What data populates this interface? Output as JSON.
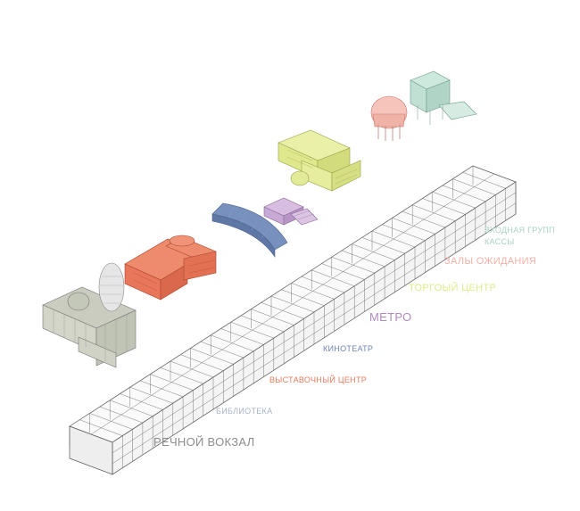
{
  "labels": {
    "entrance": "ВХОДНАЯ ГРУПП КАССЫ",
    "waiting_halls": "ЗАЛЫ ОЖИДАНИЯ",
    "shopping_center": "ТОРГОЫЙ ЦЕНТР",
    "metro": "МЕТРО",
    "cinema": "КИНОТЕАТР",
    "exhibition_center": "ВЫСТАВОЧНЫЙ ЦЕНТР",
    "library": "БИБЛИОТЕКА",
    "river_station": "РЕЧНОЙ ВОКЗАЛ"
  },
  "colors": {
    "entrance": "#a9d3c2",
    "waiting_halls": "#f2b1a6",
    "shopping_center": "#e0ea8c",
    "metro": "#b08ac0",
    "cinema": "#6f86b5",
    "exhibition_center": "#e87b5e",
    "library": "#a8b2c6",
    "river_station": "#8c8c8c",
    "frame_stroke": "#555555"
  }
}
